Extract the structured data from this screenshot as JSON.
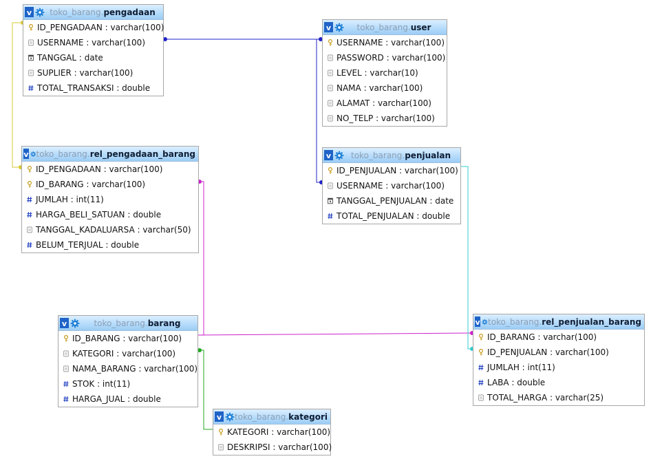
{
  "diagram": {
    "tables": [
      {
        "id": "pengadaan",
        "schema": "toko_barang.",
        "name": "pengadaan",
        "columns": [
          {
            "text": "ID_PENGADAAN : varchar(100)",
            "icon": "key-icon"
          },
          {
            "text": "USERNAME : varchar(100)",
            "icon": "text-column-icon"
          },
          {
            "text": "TANGGAL : date",
            "icon": "date-column-icon"
          },
          {
            "text": "SUPLIER : varchar(100)",
            "icon": "text-column-icon"
          },
          {
            "text": "TOTAL_TRANSAKSI : double",
            "icon": "number-column-icon"
          }
        ]
      },
      {
        "id": "user",
        "schema": "toko_barang.",
        "name": "user",
        "columns": [
          {
            "text": "USERNAME : varchar(100)",
            "icon": "key-icon"
          },
          {
            "text": "PASSWORD : varchar(100)",
            "icon": "text-column-icon"
          },
          {
            "text": "LEVEL : varchar(10)",
            "icon": "text-column-icon"
          },
          {
            "text": "NAMA : varchar(100)",
            "icon": "text-column-icon"
          },
          {
            "text": "ALAMAT : varchar(100)",
            "icon": "text-column-icon"
          },
          {
            "text": "NO_TELP : varchar(100)",
            "icon": "text-column-icon"
          }
        ]
      },
      {
        "id": "rel_pengadaan_barang",
        "schema": "toko_barang.",
        "name": "rel_pengadaan_barang",
        "columns": [
          {
            "text": "ID_PENGADAAN : varchar(100)",
            "icon": "key-icon"
          },
          {
            "text": "ID_BARANG : varchar(100)",
            "icon": "key-icon"
          },
          {
            "text": "JUMLAH : int(11)",
            "icon": "number-column-icon"
          },
          {
            "text": "HARGA_BELI_SATUAN : double",
            "icon": "number-column-icon"
          },
          {
            "text": "TANGGAL_KADALUARSA : varchar(50)",
            "icon": "text-column-icon"
          },
          {
            "text": "BELUM_TERJUAL : double",
            "icon": "number-column-icon"
          }
        ]
      },
      {
        "id": "penjualan",
        "schema": "toko_barang.",
        "name": "penjualan",
        "columns": [
          {
            "text": "ID_PENJUALAN : varchar(100)",
            "icon": "key-icon"
          },
          {
            "text": "USERNAME : varchar(100)",
            "icon": "text-column-icon"
          },
          {
            "text": "TANGGAL_PENJUALAN : date",
            "icon": "date-column-icon"
          },
          {
            "text": "TOTAL_PENJUALAN : double",
            "icon": "number-column-icon"
          }
        ]
      },
      {
        "id": "barang",
        "schema": "toko_barang.",
        "name": "barang",
        "columns": [
          {
            "text": "ID_BARANG : varchar(100)",
            "icon": "key-icon"
          },
          {
            "text": "KATEGORI : varchar(100)",
            "icon": "text-column-icon"
          },
          {
            "text": "NAMA_BARANG : varchar(100)",
            "icon": "text-column-icon"
          },
          {
            "text": "STOK : int(11)",
            "icon": "number-column-icon"
          },
          {
            "text": "HARGA_JUAL : double",
            "icon": "number-column-icon"
          }
        ]
      },
      {
        "id": "rel_penjualan_barang",
        "schema": "toko_barang.",
        "name": "rel_penjualan_barang",
        "columns": [
          {
            "text": "ID_BARANG : varchar(100)",
            "icon": "key-icon"
          },
          {
            "text": "ID_PENJUALAN : varchar(100)",
            "icon": "key-icon"
          },
          {
            "text": "JUMLAH : int(11)",
            "icon": "number-column-icon"
          },
          {
            "text": "LABA : double",
            "icon": "number-column-icon"
          },
          {
            "text": "TOTAL_HARGA : varchar(25)",
            "icon": "text-column-icon"
          }
        ]
      },
      {
        "id": "kategori",
        "schema": "toko_barang.",
        "name": "kategori",
        "columns": [
          {
            "text": "KATEGORI : varchar(100)",
            "icon": "key-icon"
          },
          {
            "text": "DESKRIPSI : varchar(100)",
            "icon": "text-column-icon"
          }
        ]
      }
    ],
    "relations": [
      {
        "id": "pengadaan-user",
        "color": "#2020c8"
      },
      {
        "id": "pengadaan-rel_pengadaan_barang",
        "color": "#d6c830"
      },
      {
        "id": "user-penjualan",
        "color": "#2020c8"
      },
      {
        "id": "barang-rel_pengadaan_barang",
        "color": "#cc22cc"
      },
      {
        "id": "barang-rel_penjualan_barang",
        "color": "#cc22cc"
      },
      {
        "id": "penjualan-rel_penjualan_barang",
        "color": "#33cccc"
      },
      {
        "id": "kategori-barang",
        "color": "#22aa22"
      }
    ],
    "table_toggle_glyph": "v"
  },
  "colors": {
    "header_blue": "#1f63c8",
    "key_gold": "#c9a227",
    "number_blue": "#2040c0"
  }
}
